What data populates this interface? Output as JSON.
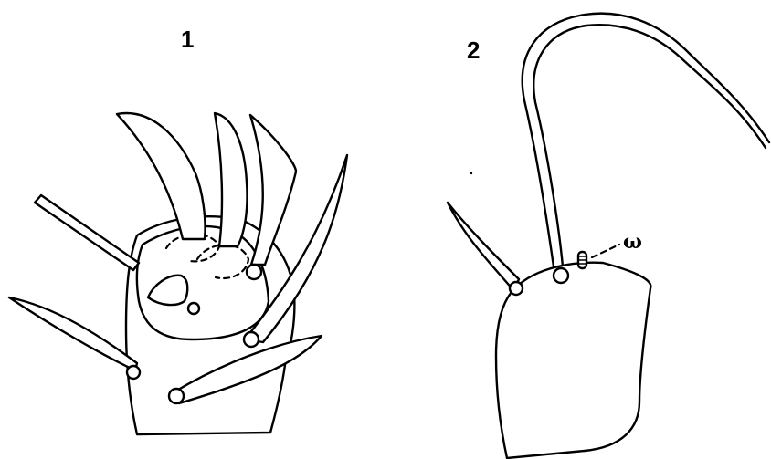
{
  "figure1": {
    "label": "1"
  },
  "figure2": {
    "label": "2",
    "annotation": "ω"
  }
}
